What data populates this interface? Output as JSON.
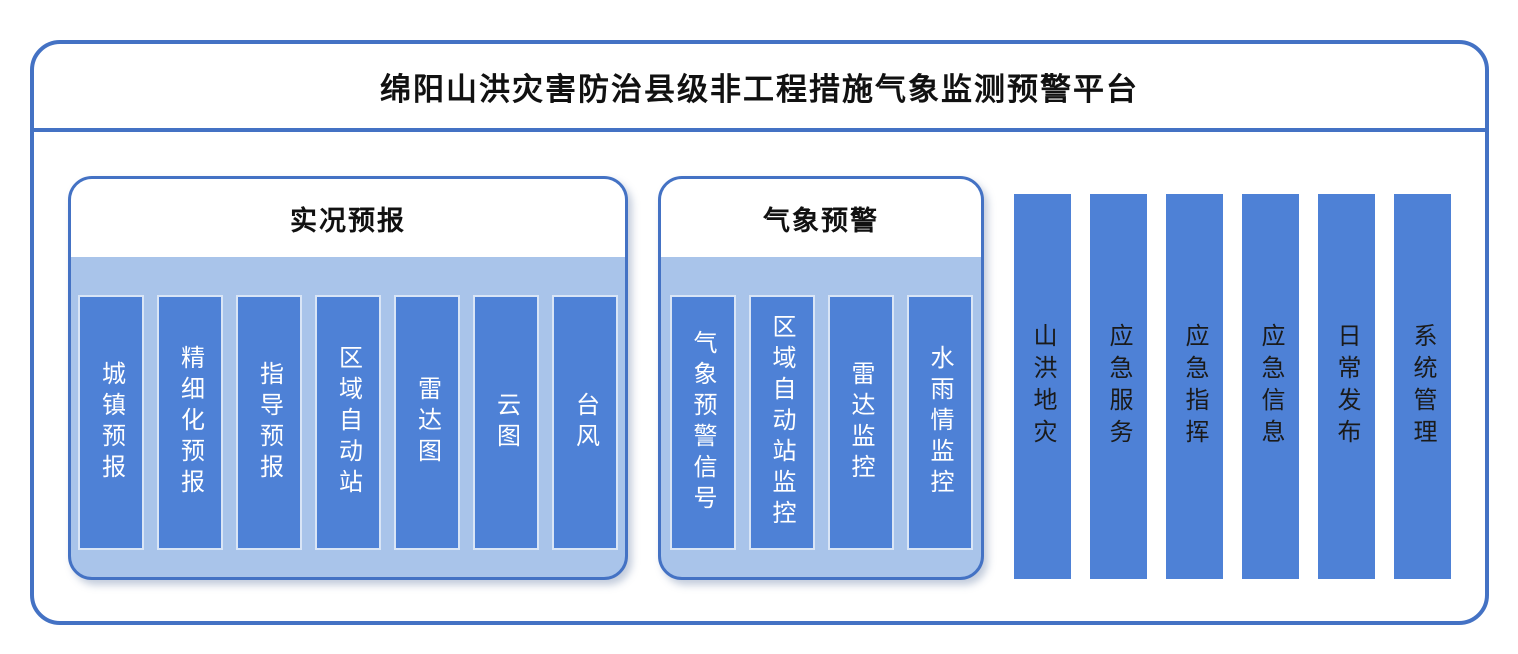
{
  "title": "绵阳山洪灾害防治县级非工程措施气象监测预警平台",
  "groups": [
    {
      "title": "实况预报",
      "items": [
        "城镇预报",
        "精细化预报",
        "指导预报",
        "区域自动站",
        "雷达图",
        "云图",
        "台风"
      ]
    },
    {
      "title": "气象预警",
      "items": [
        "气象预警信号",
        "区域自动站监控",
        "雷达监控",
        "水雨情监控"
      ]
    }
  ],
  "standalone_modules": [
    "山洪地灾",
    "应急服务",
    "应急指挥",
    "应急信息",
    "日常发布",
    "系统管理"
  ],
  "colors": {
    "frame_border": "#4472C4",
    "panel_fill": "#A9C4EA",
    "bar_fill": "#4E81D6",
    "bar_text": "#FFFFFF",
    "standalone_text": "#1A1A1A"
  }
}
